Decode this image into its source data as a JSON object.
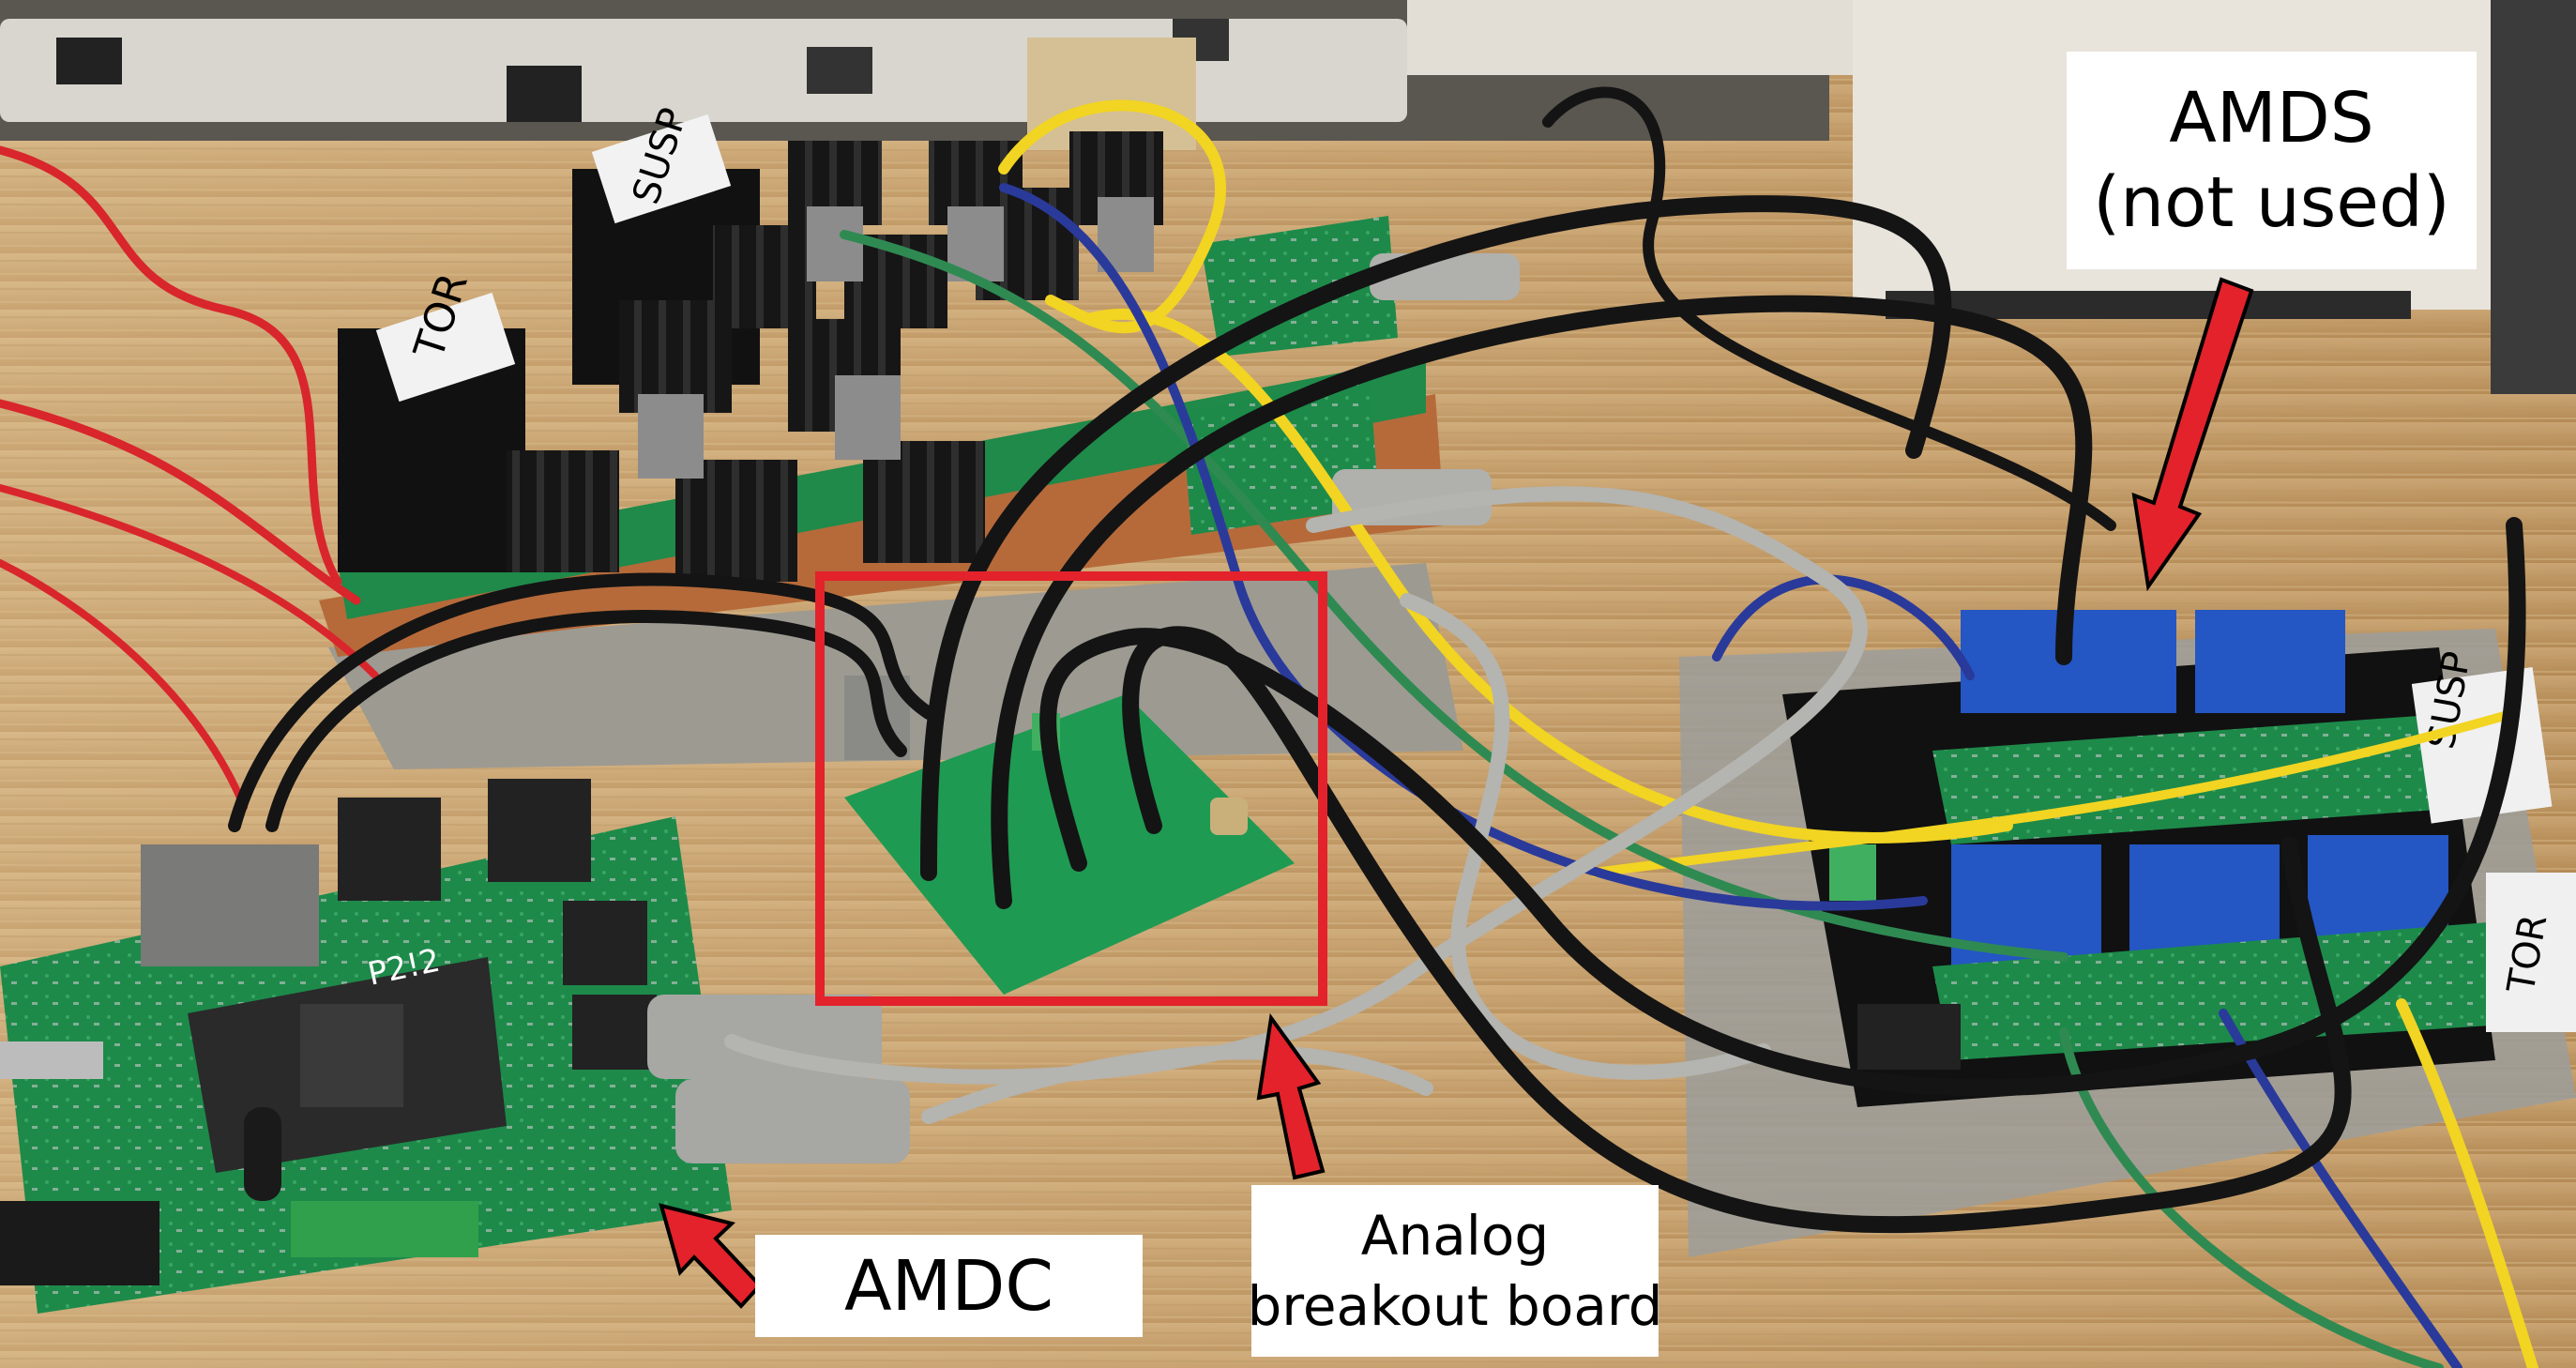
{
  "photo": {
    "description_icon": "photo-electronics-testbench",
    "colors": {
      "table": "#c9a776",
      "pcb_green": "#1f8a4a",
      "heatsink": "#1a1a1a",
      "cable_black": "#141414",
      "cable_yellow": "#f2d422",
      "cable_blue": "#2a3a9a",
      "cable_green": "#2f8a52",
      "cable_red": "#d8262c",
      "cable_grey": "#b4b4b0",
      "sensor_blue": "#2456c4",
      "highlight_red": "#e3222b",
      "callout_bg": "#ffffff",
      "callout_text": "#000000"
    },
    "board_silkscreen": {
      "transformer_left": "TOR",
      "transformer_top": "SUSP",
      "module_right_top": "SUSP",
      "module_right_bottom": "TOR",
      "chip_label": "P2!2"
    }
  },
  "annotations": {
    "amds": {
      "line1": "AMDS",
      "line2": "(not used)"
    },
    "analog": {
      "line1": "Analog",
      "line2": "breakout board"
    },
    "amdc": {
      "text": "AMDC"
    }
  }
}
